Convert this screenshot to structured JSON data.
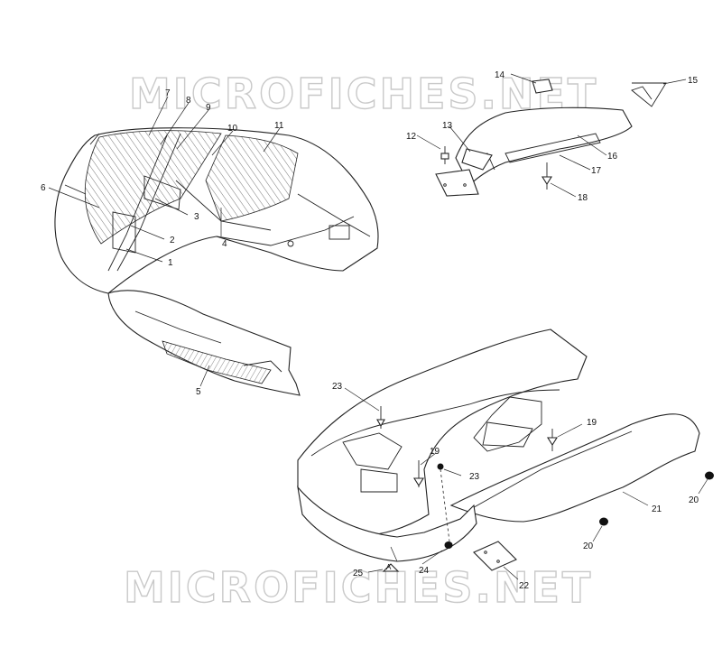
{
  "watermark": "MICROFICHES.NET",
  "callouts": {
    "c1": "1",
    "c2": "2",
    "c3": "3",
    "c4": "4",
    "c5": "5",
    "c6": "6",
    "c7": "7",
    "c8": "8",
    "c9": "9",
    "c10": "10",
    "c11": "11",
    "c12": "12",
    "c13": "13",
    "c14": "14",
    "c15": "15",
    "c16": "16",
    "c17": "17",
    "c18": "18",
    "c19a": "19",
    "c19b": "19",
    "c20a": "20",
    "c20b": "20",
    "c21": "21",
    "c22": "22",
    "c23a": "23",
    "c23b": "23",
    "c24": "24",
    "c25": "25",
    "c25_marker": "A"
  }
}
